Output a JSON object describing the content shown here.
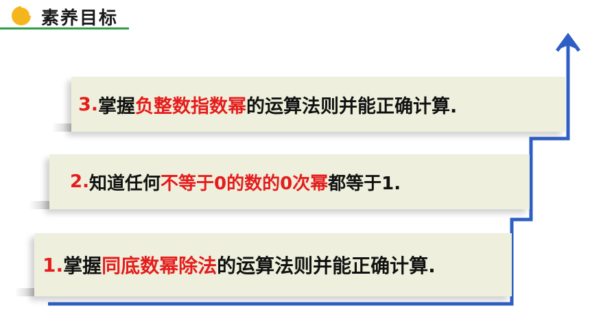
{
  "header": {
    "icon": "pie-chart-icon",
    "title": "素养目标",
    "icon_color": "#f5b51c",
    "rule_color": "#2e9e45"
  },
  "arrow_color": "#2f5fc4",
  "highlight_color": "#e51c1c",
  "goals": [
    {
      "number": "1.",
      "pre": " 掌握",
      "highlight": "同底数幂除法",
      "post": "的运算法则并能正确计算."
    },
    {
      "number": "2.",
      "pre": " 知道任何",
      "highlight": "不等于0的数的0次幂",
      "post": "都等于1."
    },
    {
      "number": "3.",
      "pre": " 掌握",
      "highlight": "负整数指数幂",
      "post": "的运算法则并能正确计算."
    }
  ]
}
